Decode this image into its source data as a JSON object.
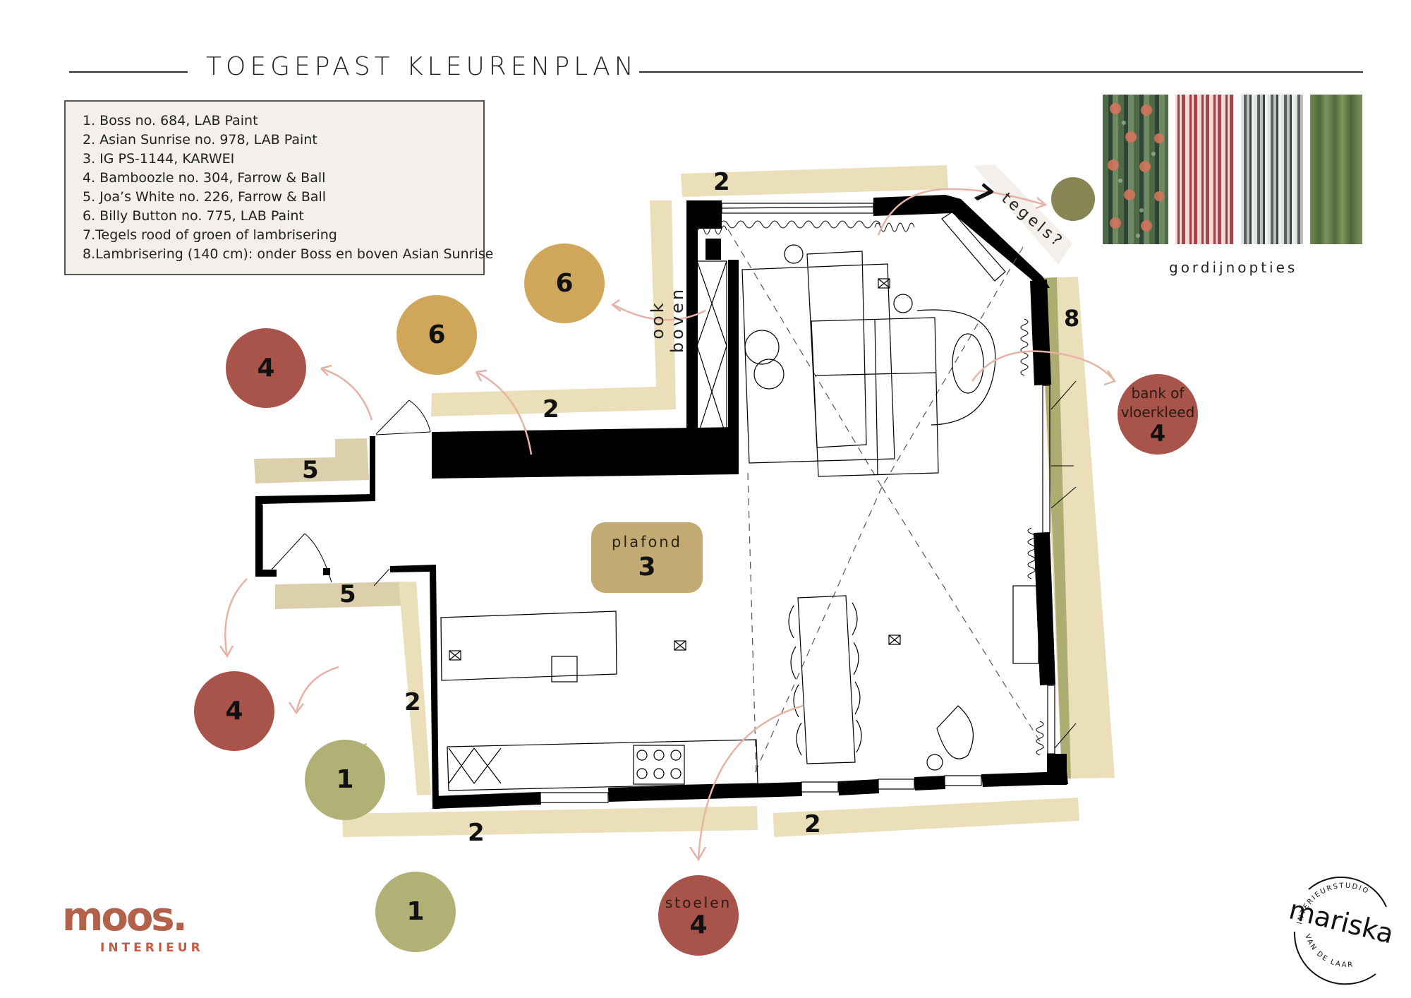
{
  "header": {
    "title": "TOEGEPAST KLEURENPLAN"
  },
  "legend": {
    "items": [
      " 1. Boss no. 684, LAB Paint",
      " 2. Asian Sunrise no. 978, LAB Paint",
      " 3. IG PS-1144, KARWEI",
      " 4. Bamboozle no. 304, Farrow & Ball",
      " 5.  Joa’s White no. 226, Farrow & Ball",
      " 6. Billy Button no. 775, LAB Paint",
      " 7.Tegels rood of groen of lambrisering",
      "8.Lambrisering (140 cm): onder Boss en boven Asian Sunrise"
    ]
  },
  "colors": {
    "boss": "#b2b175",
    "asian_sunrise": "#ebdfb9",
    "karwei": "#c2aa72",
    "bamboozle": "#a9544a",
    "joas_white": "#dccfac",
    "billy_button": "#d0a75a",
    "tegels_olive": "#868553",
    "tegels_bg": "#f3efea",
    "lambrisering_green": "#adad72",
    "arrow": "#e5b3a7",
    "wall": "#000000"
  },
  "curtains": {
    "label": "gordijnopties",
    "swatches": [
      "floral-green-red",
      "red-stripe",
      "grey-pleated",
      "green-dotted"
    ]
  },
  "plan": {
    "circles": [
      {
        "num": "6",
        "color": "billy_button"
      },
      {
        "num": "6",
        "color": "billy_button"
      },
      {
        "num": "4",
        "color": "bamboozle"
      },
      {
        "num": "4",
        "color": "bamboozle"
      },
      {
        "num": "1",
        "color": "boss"
      },
      {
        "num": "1",
        "color": "boss"
      },
      {
        "num": "4",
        "label": "stoelen",
        "color": "bamboozle"
      },
      {
        "num": "4",
        "label_line1": "bank of",
        "label_line2": "vloerkleed",
        "color": "bamboozle"
      }
    ],
    "strips": {
      "top_2": "2",
      "ook_boven_2": "2",
      "ook_boven_label": "ook boven",
      "tegels_7": "7",
      "tegels_label": "tegels?",
      "strip_8": "8",
      "left_5_top": "5",
      "left_5_bottom": "5",
      "kitchen_left_2": "2",
      "bottom_left_2": "2",
      "bottom_right_2": "2"
    },
    "plafond": {
      "label": "plafond",
      "num": "3"
    }
  },
  "branding": {
    "moos": "moos.",
    "moos_sub": "INTERIEUR",
    "studio_top": "INTERIEURSTUDIO",
    "studio_name": "mariska",
    "studio_bottom": "VAN DE LAAR"
  }
}
